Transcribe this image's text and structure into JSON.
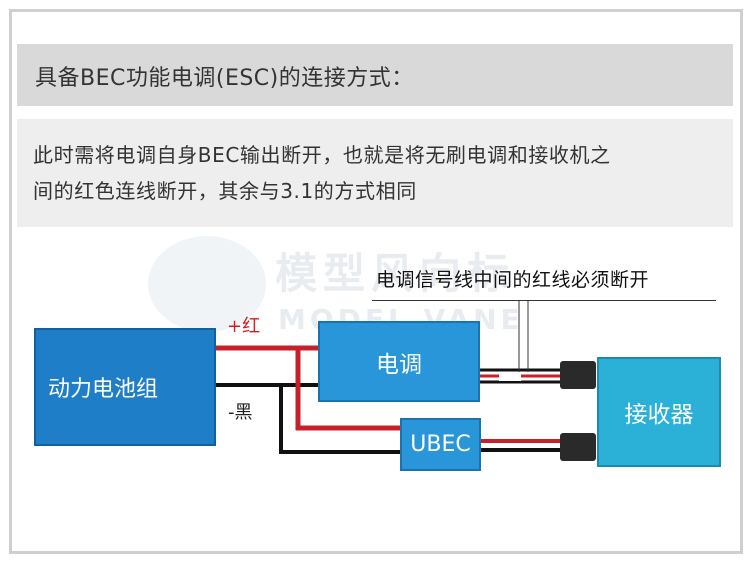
{
  "title": "具备BEC功能电调(ESC)的连接方式：",
  "description": {
    "line1": "此时需将电调自身BEC输出断开，也就是将无刷电调和接收机之",
    "line2": "间的红色连线断开，其余与3.1的方式相同"
  },
  "watermark": {
    "cn": "模型风向标",
    "en": "MODEL VANE"
  },
  "diagram": {
    "battery_label": "动力电池组",
    "esc_label": "电调",
    "ubec_label": "UBEC",
    "receiver_label": "接收器",
    "positive_label": "+红",
    "negative_label": "-黑",
    "callout": "电调信号线中间的红线必须断开"
  },
  "colors": {
    "red_wire": "#c8202a",
    "black_wire": "#111111",
    "battery": "#1e7ec8",
    "esc": "#2a96da",
    "receiver": "#2bb0d8"
  }
}
